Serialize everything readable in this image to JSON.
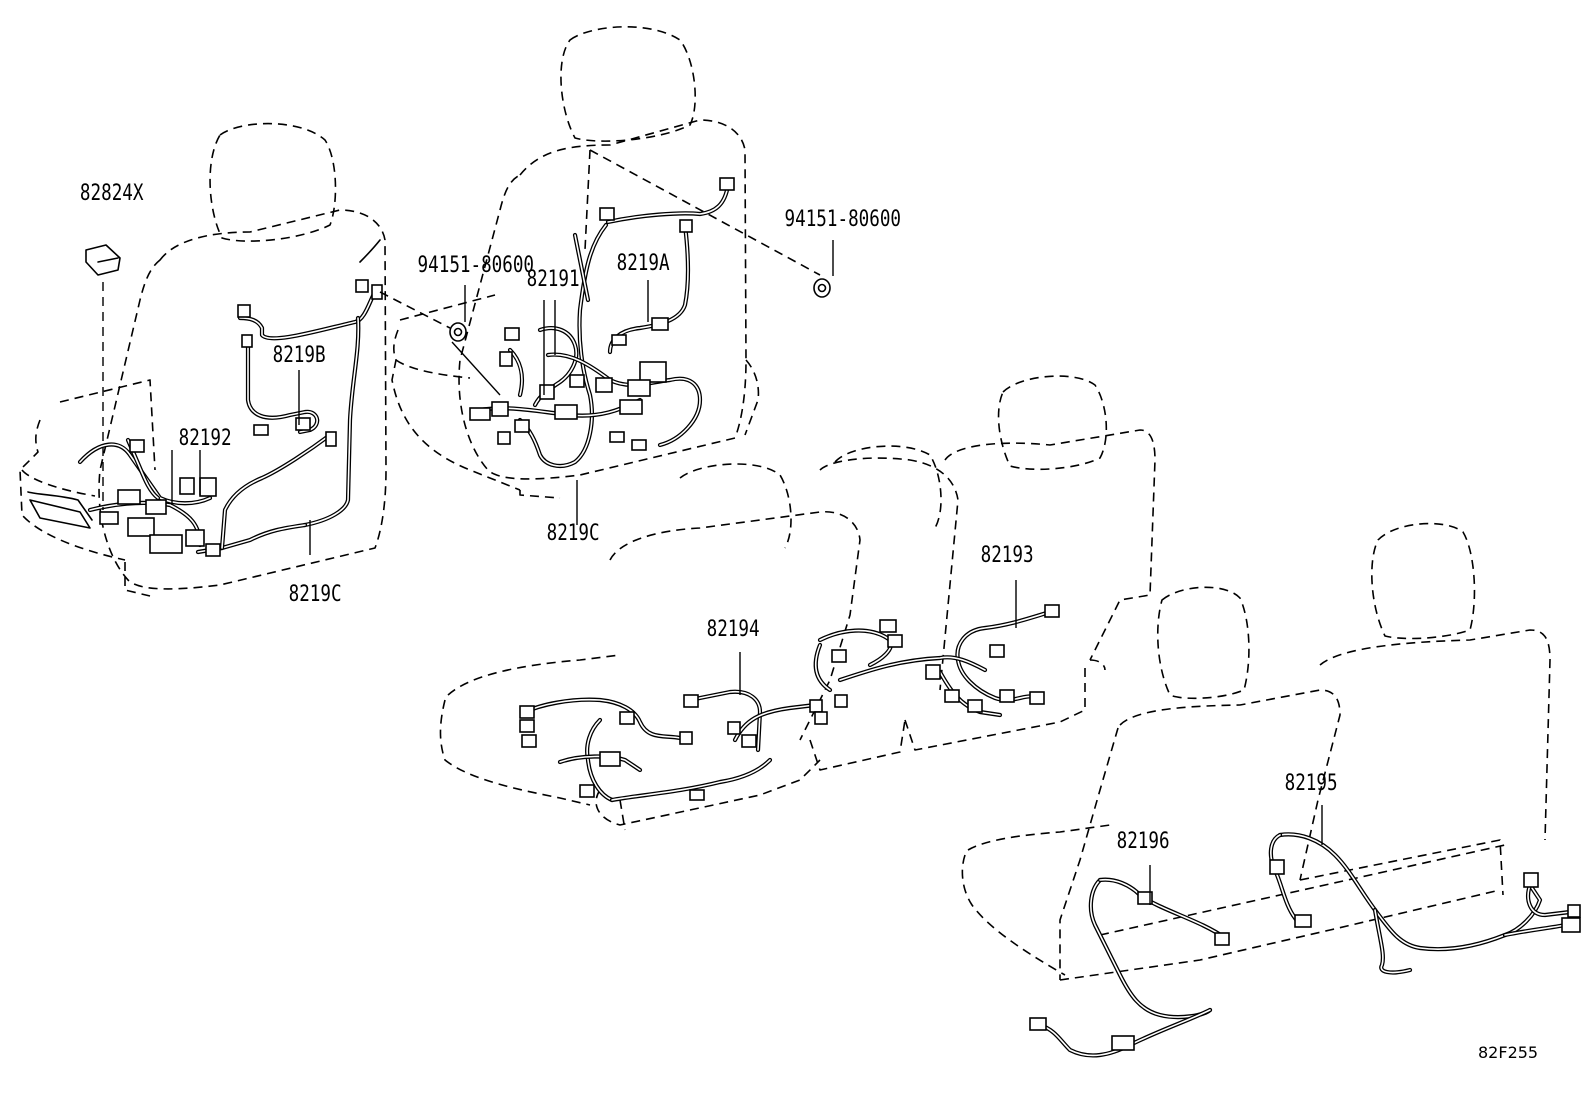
{
  "diagram_code": "82F255",
  "parts": {
    "p82824X": "82824X",
    "p94151_left": "94151-80600",
    "p94151_right": "94151-80600",
    "p82191": "82191",
    "p8219A": "8219A",
    "p8219B": "8219B",
    "p82192": "82192",
    "p8219C_left": "8219C",
    "p8219C_center": "8219C",
    "p82193": "82193",
    "p82194": "82194",
    "p82195": "82195",
    "p82196": "82196"
  }
}
